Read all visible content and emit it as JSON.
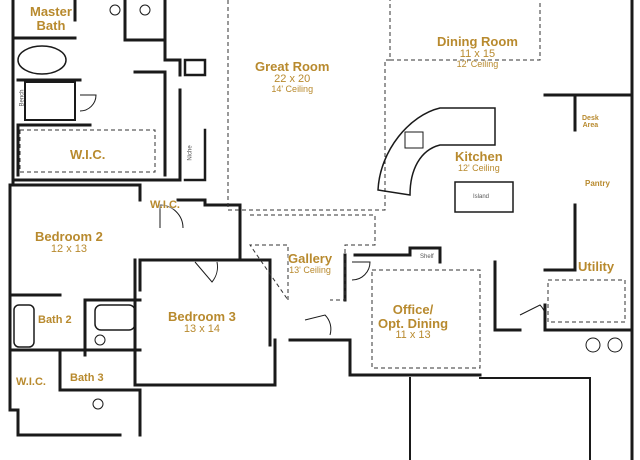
{
  "rooms": {
    "master_bath": {
      "name": "Master\nBath"
    },
    "great_room": {
      "name": "Great Room",
      "dims": "22 x 20",
      "ceiling": "14' Ceiling"
    },
    "dining_room": {
      "name": "Dining Room",
      "dims": "11 x 15",
      "ceiling": "12' Ceiling"
    },
    "wic_master": {
      "name": "W.I.C."
    },
    "kitchen": {
      "name": "Kitchen",
      "ceiling": "12' Ceiling"
    },
    "wic_small": {
      "name": "W.I.C."
    },
    "bedroom2": {
      "name": "Bedroom 2",
      "dims": "12 x 13"
    },
    "gallery": {
      "name": "Gallery",
      "ceiling": "13' Ceiling"
    },
    "utility": {
      "name": "Utility"
    },
    "bedroom3": {
      "name": "Bedroom 3",
      "dims": "13 x 14"
    },
    "office": {
      "name": "Office/\nOpt. Dining",
      "dims": "11 x 13"
    },
    "bath2": {
      "name": "Bath 2"
    },
    "wic_bed3": {
      "name": "W.I.C."
    },
    "bath3": {
      "name": "Bath 3"
    },
    "pantry": {
      "name": "Pantry"
    },
    "desk_area": {
      "name": "Desk\nArea"
    }
  },
  "fixtures": {
    "island": "Island",
    "bench": "Bench",
    "niche": "Niche",
    "shelf": "Shelf"
  }
}
